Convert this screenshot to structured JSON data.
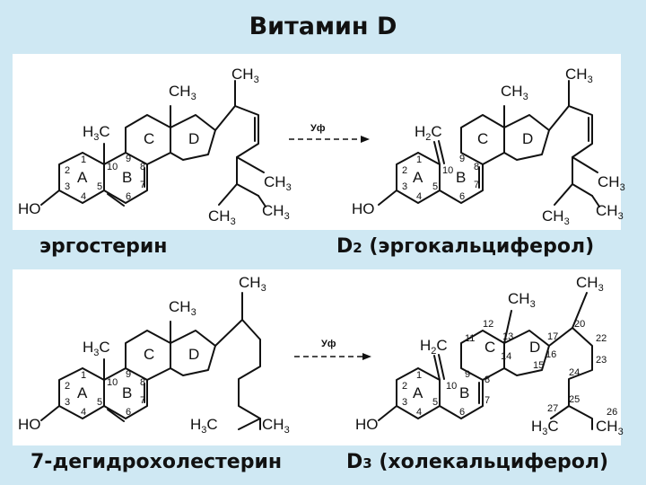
{
  "title": "Витамин D",
  "captions": {
    "ergosterol": "эргостерин",
    "d2_prefix": "D",
    "d2_sub": "2",
    "d2_name": " (эргокальциферол)",
    "dehydro": "7-дегидрохолестерин",
    "d3_prefix": "D",
    "d3_sub": "3",
    "d3_name": " (холекальциферол)"
  },
  "arrow_label": "Уф",
  "labels": {
    "ch3": "CH",
    "three": "3",
    "h3c_h": "H",
    "h3c_c": "C",
    "h2c_h": "H",
    "two": "2",
    "ho": "HO",
    "A": "A",
    "B": "B",
    "C": "C",
    "D": "D"
  },
  "atom_numbers": {
    "ergosterol": [
      "1",
      "2",
      "3",
      "4",
      "5",
      "6",
      "7",
      "8",
      "9",
      "10"
    ],
    "d3": [
      "1",
      "2",
      "3",
      "4",
      "5",
      "6",
      "7",
      "8",
      "9",
      "10",
      "11",
      "12",
      "13",
      "14",
      "15",
      "16",
      "17",
      "20",
      "22",
      "23",
      "24",
      "25",
      "26",
      "27"
    ]
  },
  "colors": {
    "background": "#cfe8f3",
    "panel": "#ffffff",
    "ink": "#111111"
  }
}
